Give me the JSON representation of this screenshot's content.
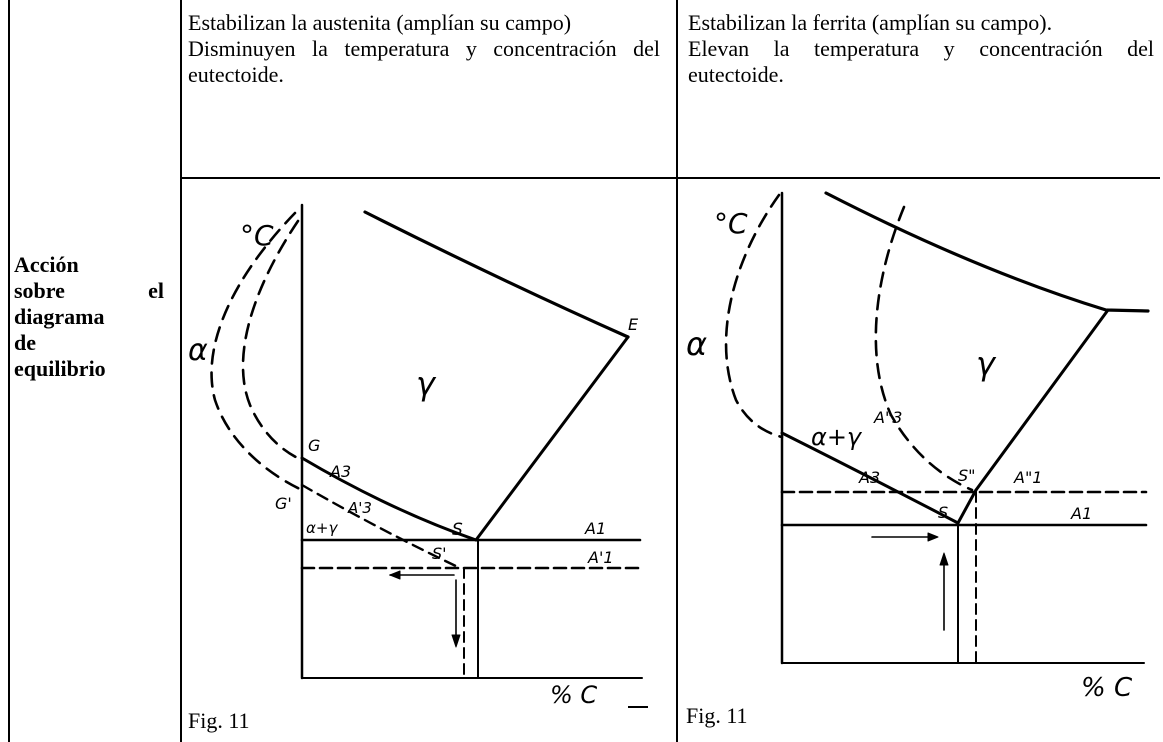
{
  "left_header": {
    "line1": "Estabilizan la austenita (amplían su campo)",
    "line2": "Disminuyen la temperatura y concentración del eutectoide."
  },
  "right_header": {
    "line1": "Estabilizan la ferrita (amplían su campo).",
    "line2": "Elevan la temperatura y concentración del eutectoide."
  },
  "row_label": [
    "Acción",
    "sobre el",
    "diagrama",
    "de",
    "equilibrio"
  ],
  "left_figure": {
    "caption": "Fig. 11",
    "labels": {
      "y_unit": "°C",
      "x_unit": "% C",
      "alpha": "α",
      "gamma": "γ",
      "E": "E",
      "G": "G",
      "G_prime": "G'",
      "A3": "A3",
      "A3_prime": "A'3",
      "alpha_gamma": "α+γ",
      "S": "S",
      "S_prime": "S'",
      "A1": "A1",
      "A1_prime": "A'1"
    }
  },
  "right_figure": {
    "caption": "Fig. 11",
    "labels": {
      "y_unit": "°C",
      "x_unit": "% C",
      "alpha": "α",
      "gamma": "γ",
      "A3_double": "A\"3",
      "alpha_gamma": "α+γ",
      "A3": "A3",
      "S_double": "S\"",
      "A1_double": "A\"1",
      "S": "S",
      "A1": "A1"
    }
  }
}
